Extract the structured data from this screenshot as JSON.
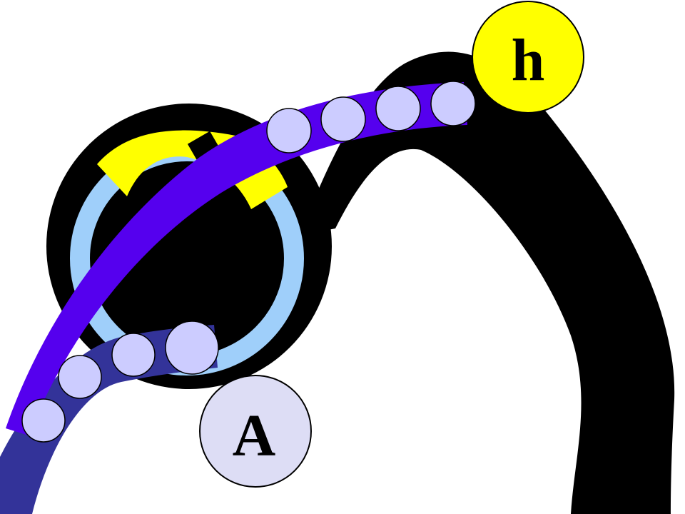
{
  "labels": {
    "h": "h",
    "a": "A"
  },
  "colors": {
    "background": "#ffffff",
    "black_arch": "#000000",
    "ring_light_blue": "#9fcffa",
    "yellow": "#ffff00",
    "purple_strand": "#5500ee",
    "navy_strand": "#333399",
    "bead": "#ccccff",
    "label_a_fill": "#ddddf5",
    "outline": "#000000"
  },
  "icons": {
    "purple_strand_beads": "bead-circle",
    "navy_strand_beads": "bead-circle"
  }
}
